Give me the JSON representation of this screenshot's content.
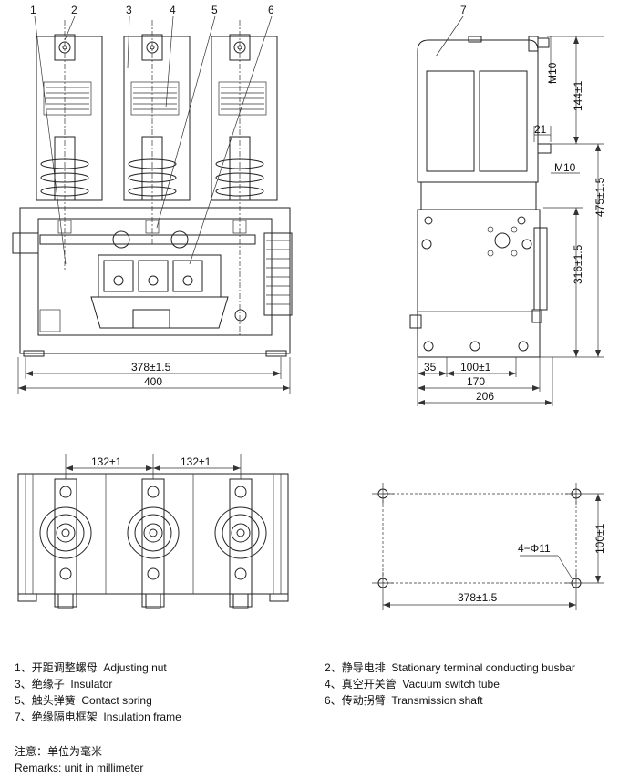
{
  "callouts": {
    "c1": "1",
    "c2": "2",
    "c3": "3",
    "c4": "4",
    "c5": "5",
    "c6": "6",
    "c7": "7"
  },
  "dims": {
    "d378a": "378±1.5",
    "d400": "400",
    "d35": "35",
    "d100b": "100±1",
    "d170": "170",
    "d206": "206",
    "d21": "21",
    "dM10a": "M10",
    "dM10b": "M10",
    "d144": "144±1",
    "d475": "475±1.5",
    "d316": "316±1.5",
    "d132a": "132±1",
    "d132b": "132±1",
    "d100c": "100±1",
    "d4phi": "4−Φ11",
    "d378b": "378±1.5"
  },
  "legend": [
    {
      "num": "1、",
      "cn": "开距调整螺母",
      "en": "Adjusting nut"
    },
    {
      "num": "2、",
      "cn": "静导电排",
      "en": "Stationary terminal conducting busbar"
    },
    {
      "num": "3、",
      "cn": "绝缘子",
      "en": "Insulator"
    },
    {
      "num": "4、",
      "cn": "真空开关管",
      "en": "Vacuum switch tube"
    },
    {
      "num": "5、",
      "cn": "触头弹簧",
      "en": "Contact spring"
    },
    {
      "num": "6、",
      "cn": "传动拐臂",
      "en": "Transmission shaft"
    },
    {
      "num": "7、",
      "cn": "绝缘隔电框架",
      "en": "Insulation frame"
    }
  ],
  "remarks": {
    "cn": "注意：单位为毫米",
    "en": "Remarks: unit in millimeter"
  }
}
